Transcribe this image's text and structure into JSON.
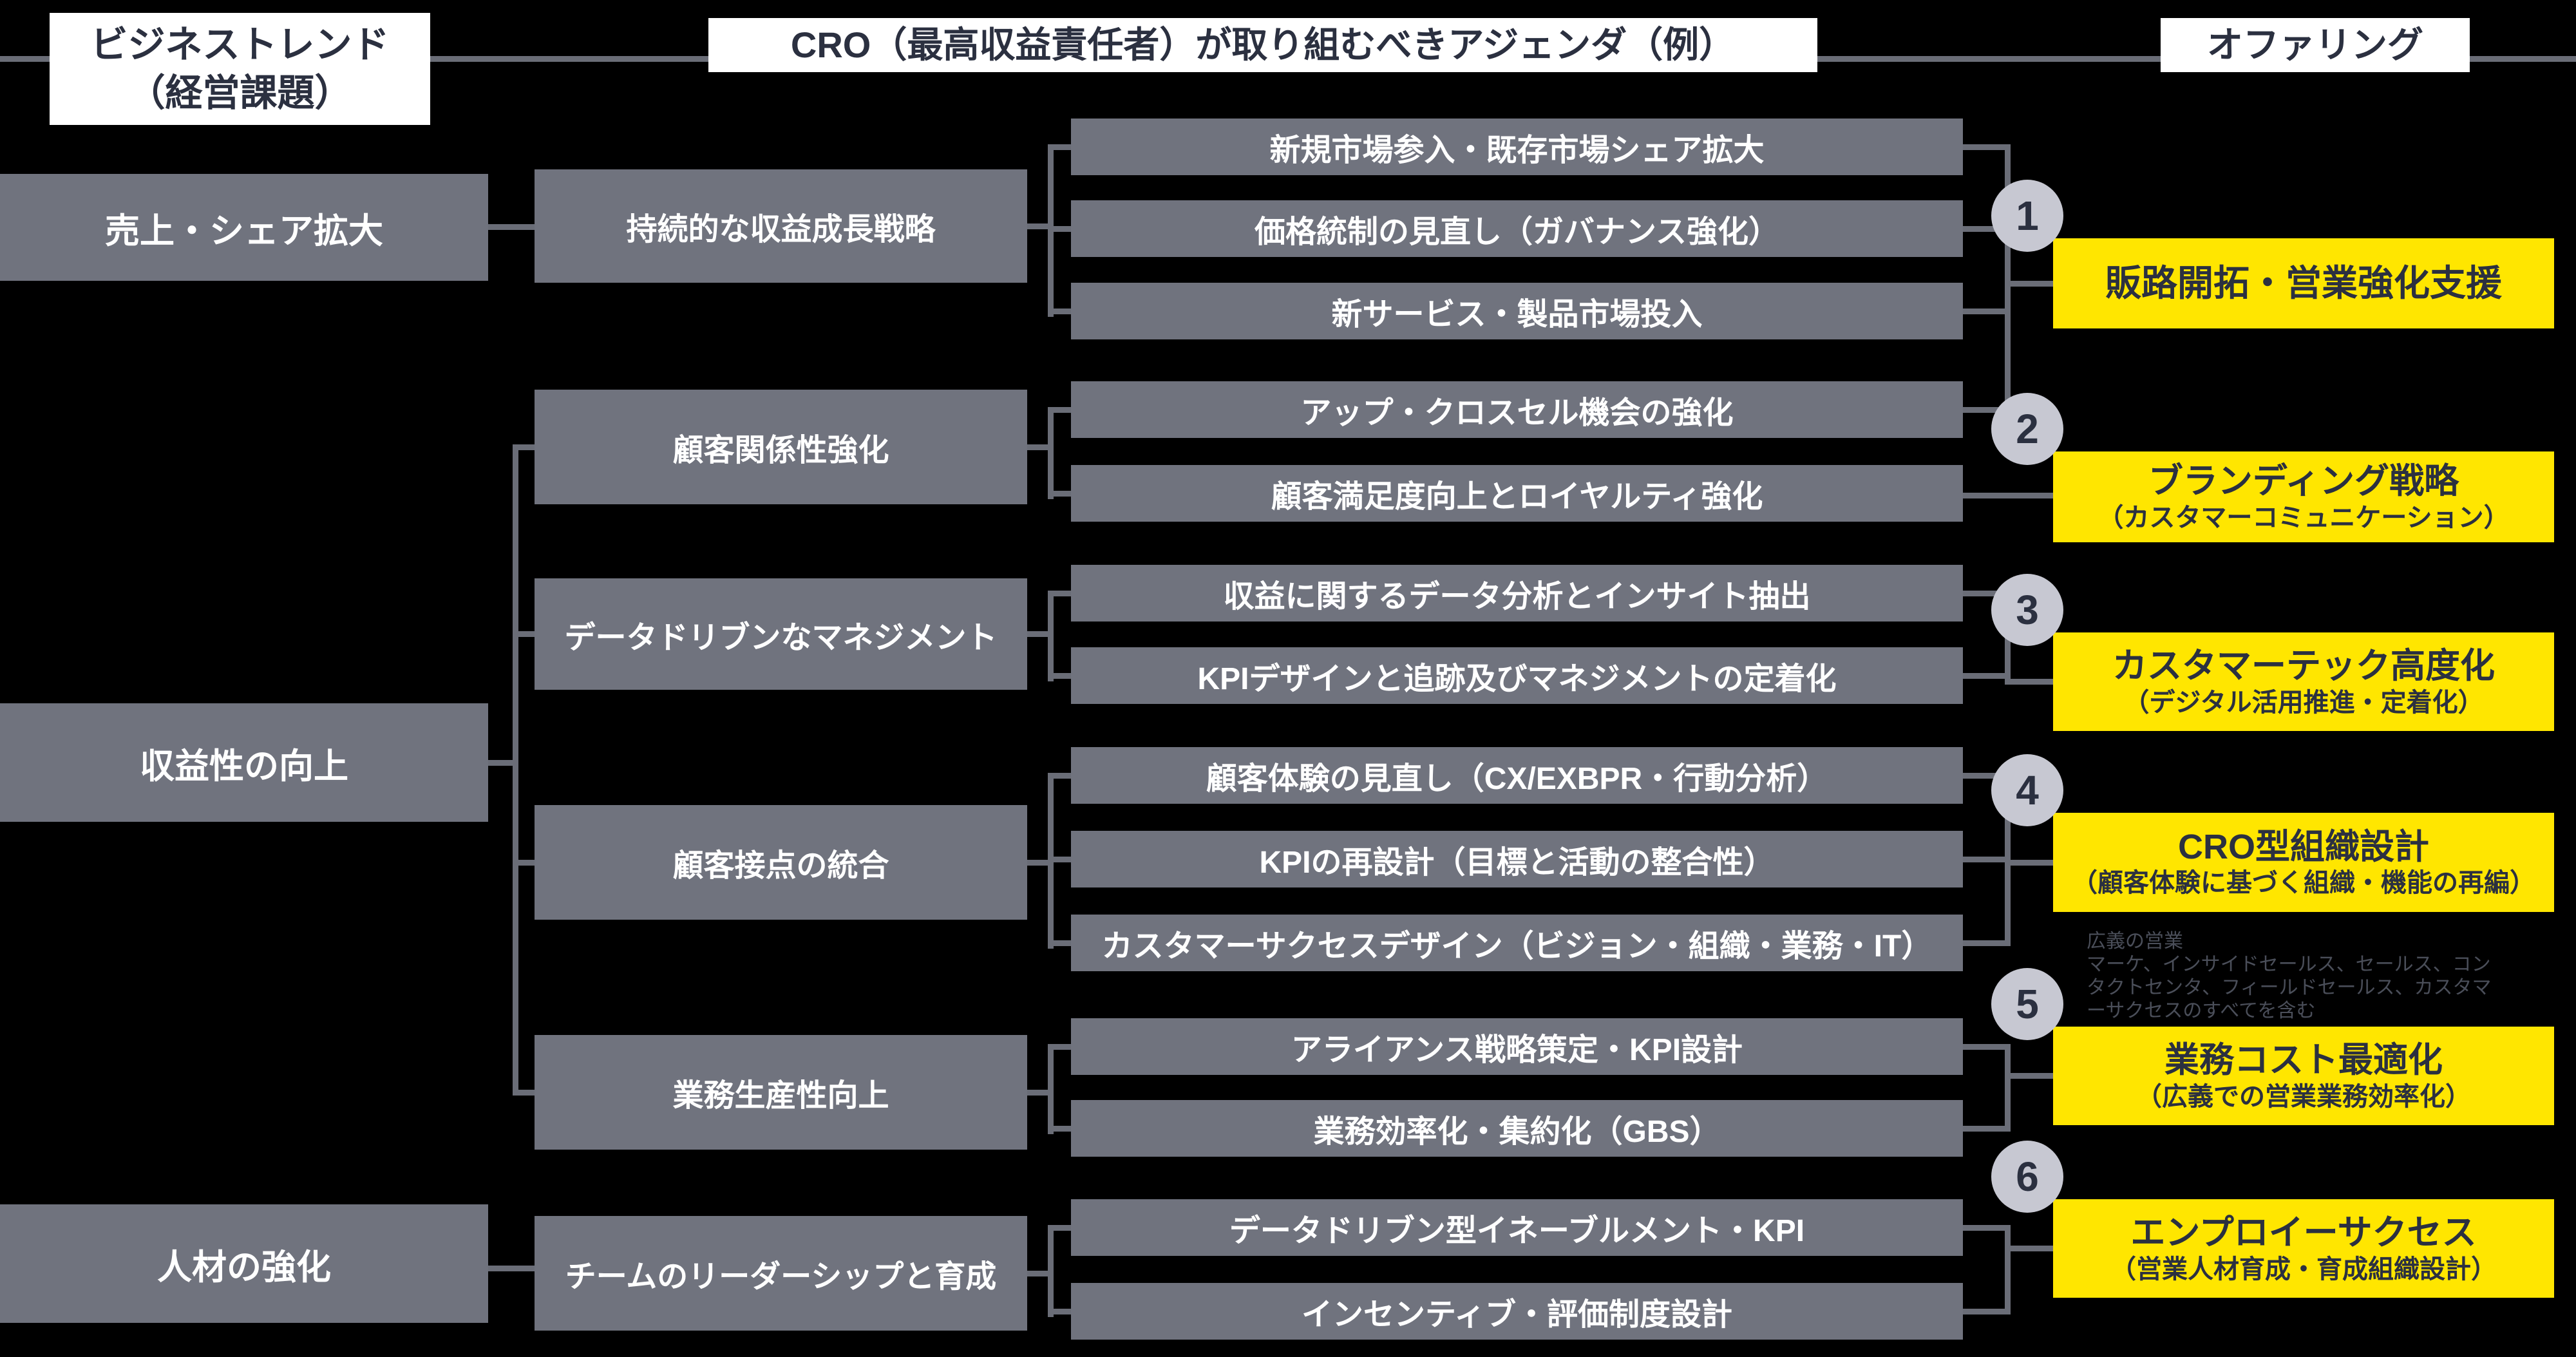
{
  "colors": {
    "bg": "#000000",
    "box_gray": "#70737e",
    "line_gray": "#6a6d77",
    "yellow": "#ffe600",
    "dark": "#2b3040",
    "white": "#ffffff",
    "circle_gray": "#c7c8d2",
    "footnote_gray": "#4a4e59"
  },
  "headers": {
    "business_trend_line1": "ビジネストレンド",
    "business_trend_line2": "（経営課題）",
    "agenda": "CRO（最高収益責任者）が取り組むべきアジェンダ（例）",
    "offering": "オファリング"
  },
  "trends": [
    {
      "label": "売上・シェア拡大"
    },
    {
      "label": "収益性の向上"
    },
    {
      "label": "人材の強化"
    }
  ],
  "strategies": [
    {
      "label": "持続的な収益成長戦略"
    },
    {
      "label": "顧客関係性強化"
    },
    {
      "label": "データドリブンなマネジメント"
    },
    {
      "label": "顧客接点の統合"
    },
    {
      "label": "業務生産性向上"
    },
    {
      "label": "チームのリーダーシップと育成"
    }
  ],
  "agenda_items": [
    {
      "label": "新規市場参入・既存市場シェア拡大"
    },
    {
      "label": "価格統制の見直し（ガバナンス強化）"
    },
    {
      "label": "新サービス・製品市場投入"
    },
    {
      "label": "アップ・クロスセル機会の強化"
    },
    {
      "label": "顧客満足度向上とロイヤルティ強化"
    },
    {
      "label": "収益に関するデータ分析とインサイト抽出"
    },
    {
      "label": "KPIデザインと追跡及びマネジメントの定着化"
    },
    {
      "label": "顧客体験の見直し（CX/EXBPR・行動分析）"
    },
    {
      "label": "KPIの再設計（目標と活動の整合性）"
    },
    {
      "label": "カスタマーサクセスデザイン（ビジョン・組織・業務・IT）"
    },
    {
      "label": "アライアンス戦略策定・KPI設計"
    },
    {
      "label": "業務効率化・集約化（GBS）"
    },
    {
      "label": "データドリブン型イネーブルメント・KPI"
    },
    {
      "label": "インセンティブ・評価制度設計"
    }
  ],
  "offerings": [
    {
      "number": "1",
      "title": "販路開拓・営業強化支援",
      "subtitle": ""
    },
    {
      "number": "2",
      "title": "ブランディング戦略",
      "subtitle": "（カスタマーコミュニケーション）"
    },
    {
      "number": "3",
      "title": "カスタマーテック高度化",
      "subtitle": "（デジタル活用推進・定着化）"
    },
    {
      "number": "4",
      "title": "CRO型組織設計",
      "subtitle": "（顧客体験に基づく組織・機能の再編）"
    },
    {
      "number": "5",
      "title": "業務コスト最適化",
      "subtitle": "（広義での営業業務効率化）"
    },
    {
      "number": "6",
      "title": "エンプロイーサクセス",
      "subtitle": "（営業人材育成・育成組織設計）"
    }
  ],
  "footnote": {
    "title": "広義の営業",
    "body": "マーケ、インサイドセールス、セールス、コンタクトセンタ、フィールドセールス、カスタマーサクセスのすべてを含む"
  }
}
